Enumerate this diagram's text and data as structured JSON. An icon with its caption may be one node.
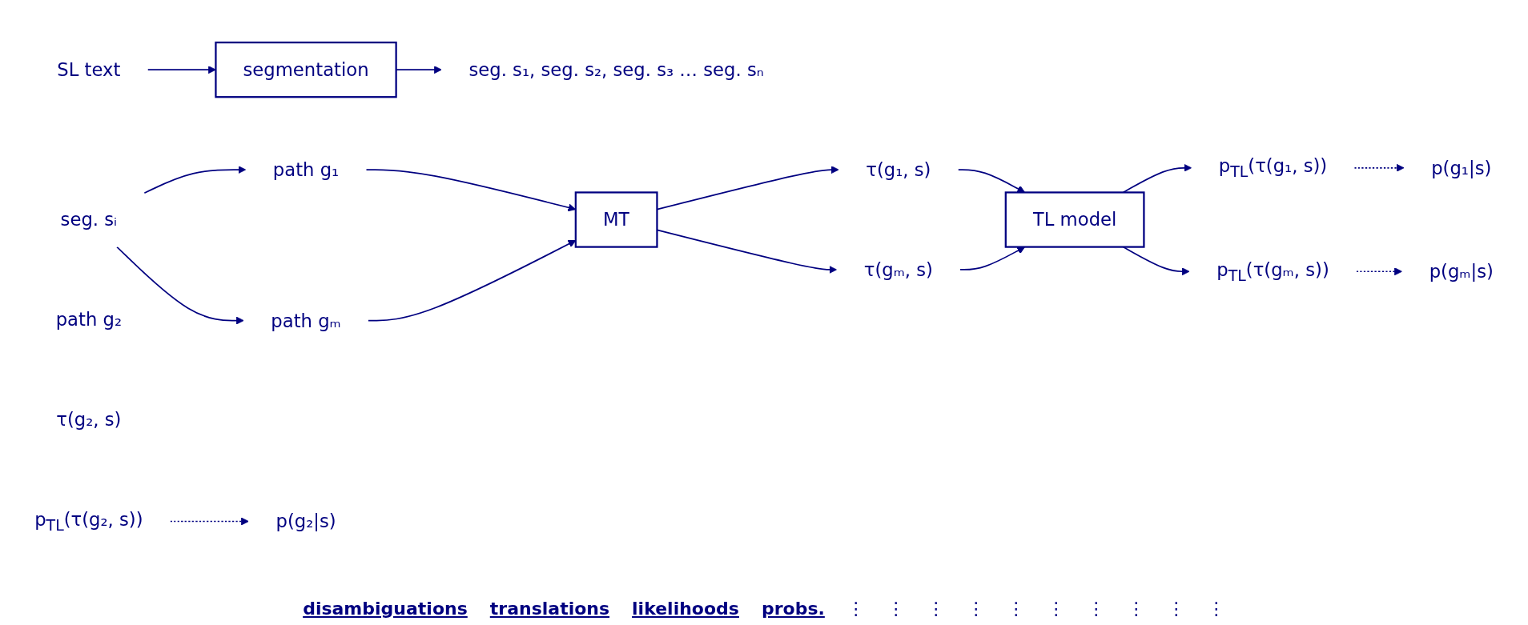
{
  "diagram": {
    "nodes": [
      {
        "text": [
          "SL text"
        ]
      },
      {
        "text": [
          "segmentation"
        ]
      },
      {
        "text": [
          "seg. s₁, seg. s₂, seg. s₃ … seg. sₙ"
        ]
      },
      {
        "text": [
          "seg. sᵢ"
        ]
      },
      {
        "text": [
          "path g₁"
        ]
      },
      {
        "text": [
          "path g₂"
        ]
      },
      {
        "text": [
          "path gₘ"
        ]
      },
      {
        "text": [
          "MT"
        ]
      },
      {
        "text": [
          "τ(g₁, s)"
        ]
      },
      {
        "text": [
          "τ(g₂, s)"
        ]
      },
      {
        "text": [
          "τ(gₘ, s)"
        ]
      },
      {
        "text": [
          "TL model"
        ]
      },
      {
        "text": [
          "p$_{TL}$(τ(g₁, s))"
        ]
      },
      {
        "text": [
          "p$_{TL}$(τ(g₂, s))"
        ]
      },
      {
        "text": [
          "p$_{TL}$(τ(gₘ, s))"
        ]
      },
      {
        "text": [
          "p(g₁|s)"
        ]
      },
      {
        "text": [
          "p(g₂|s)"
        ]
      },
      {
        "text": [
          "p(gₘ|s)"
        ]
      }
    ],
    "edges": [
      {
        "from": 0,
        "to": 1,
        "arrow": "to"
      },
      {
        "from": 1,
        "to": 2,
        "arrow": "to"
      },
      {
        "from": 3,
        "to": 4,
        "arrow": "to"
      },
      {
        "from": 3,
        "to": 6,
        "arrow": "to"
      },
      {
        "from": 4,
        "to": 7,
        "arrow": "to"
      },
      {
        "from": 6,
        "to": 7,
        "arrow": "to"
      },
      {
        "from": 7,
        "to": 8,
        "arrow": "to"
      },
      {
        "from": 7,
        "to": 10,
        "arrow": "to"
      },
      {
        "from": 8,
        "to": 11,
        "arrow": "to"
      },
      {
        "from": 10,
        "to": 11,
        "arrow": "to"
      },
      {
        "from": 11,
        "to": 12,
        "arrow": "to"
      },
      {
        "from": 11,
        "to": 14,
        "arrow": "to"
      },
      {
        "from": 12,
        "to": 15,
        "arrow": "to",
        "style": "dashed"
      },
      {
        "from": 13,
        "to": 16,
        "arrow": "to",
        "style": "dashed"
      },
      {
        "from": 14,
        "to": 17,
        "arrow": "to",
        "style": "dashed"
      }
    ],
    "labels": [
      "disambiguations",
      "translations",
      "likelihoods",
      "probs.",
      "⋮",
      "⋮",
      "⋮",
      "⋮",
      "⋮",
      "⋮",
      "⋮",
      "⋮",
      "⋮",
      "⋮"
    ]
  }
}
